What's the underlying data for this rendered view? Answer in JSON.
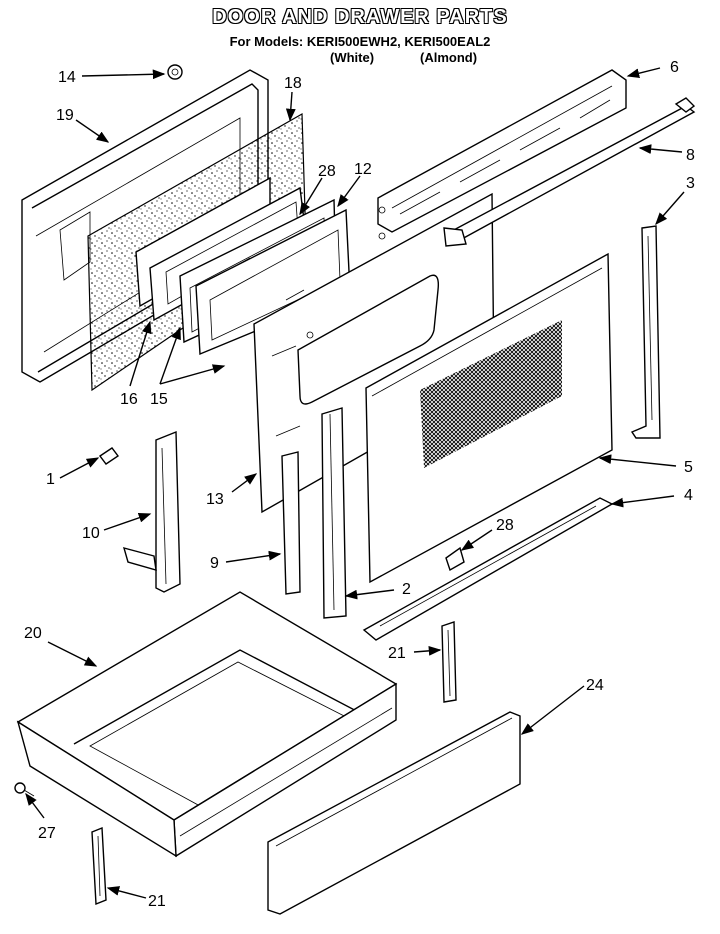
{
  "header": {
    "title": "DOOR AND DRAWER PARTS",
    "models_line": "For Models: KERI500EWH2, KERI500EAL2",
    "variant_white": "(White)",
    "variant_almond": "(Almond)"
  },
  "callouts": [
    {
      "id": "14",
      "text": "14"
    },
    {
      "id": "19",
      "text": "19"
    },
    {
      "id": "18",
      "text": "18"
    },
    {
      "id": "28a",
      "text": "28"
    },
    {
      "id": "12",
      "text": "12"
    },
    {
      "id": "6",
      "text": "6"
    },
    {
      "id": "8",
      "text": "8"
    },
    {
      "id": "3",
      "text": "3"
    },
    {
      "id": "16",
      "text": "16"
    },
    {
      "id": "15",
      "text": "15"
    },
    {
      "id": "1",
      "text": "1"
    },
    {
      "id": "10",
      "text": "10"
    },
    {
      "id": "13",
      "text": "13"
    },
    {
      "id": "5",
      "text": "5"
    },
    {
      "id": "4",
      "text": "4"
    },
    {
      "id": "28b",
      "text": "28"
    },
    {
      "id": "9",
      "text": "9"
    },
    {
      "id": "2",
      "text": "2"
    },
    {
      "id": "20",
      "text": "20"
    },
    {
      "id": "21a",
      "text": "21"
    },
    {
      "id": "24",
      "text": "24"
    },
    {
      "id": "27",
      "text": "27"
    },
    {
      "id": "21b",
      "text": "21"
    }
  ]
}
